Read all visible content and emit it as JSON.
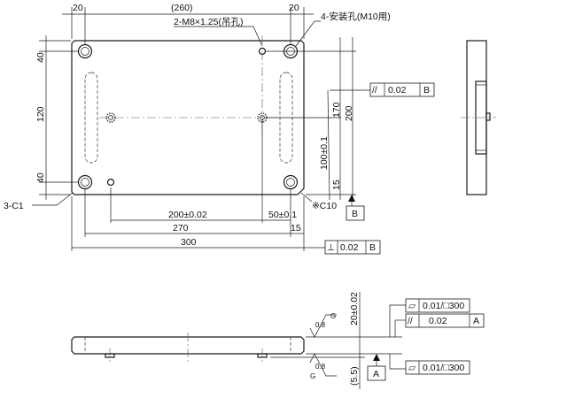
{
  "top_view": {
    "dim_edge_left": "20",
    "dim_overall_ref": "(260)",
    "dim_edge_right": "20",
    "tapped_holes": "2-M8×1.25(吊孔)",
    "mount_holes": "4-安装孔(M10用)",
    "dim_left_top": "40",
    "dim_left_mid": "120",
    "dim_left_bot": "40",
    "chamfer_corners": "3-C1",
    "chamfer_single": "※C10",
    "dim_right_170": "170",
    "dim_right_200": "200",
    "dim_right_100": "100±0.1",
    "dim_right_15": "15",
    "dim_200_tol": "200±0.02",
    "dim_50_tol": "50±0.1",
    "dim_270": "270",
    "dim_15_bottom": "15",
    "dim_300": "300"
  },
  "gdt": {
    "parallel_fcf": {
      "symbol": "//",
      "tolerance": "0.02",
      "datum": "B"
    },
    "perpendicular_fcf": {
      "symbol": "⊥",
      "tolerance": "0.02",
      "datum": "B"
    },
    "datum_B": "B",
    "datum_A": "A",
    "flatness_top": {
      "symbol": "▱",
      "tolerance": "0.01/□300"
    },
    "parallel_A": {
      "symbol": "//",
      "tolerance": "0.02",
      "datum": "A"
    },
    "flatness_bottom": {
      "symbol": "▱",
      "tolerance": "0.01/□300"
    }
  },
  "front_view": {
    "thickness": "20±0.02",
    "foot_height": "(5.5)",
    "roughness_top": {
      "value": "0.8",
      "grade": "G"
    },
    "roughness_bottom": {
      "value": "0.8",
      "grade": "G"
    }
  }
}
